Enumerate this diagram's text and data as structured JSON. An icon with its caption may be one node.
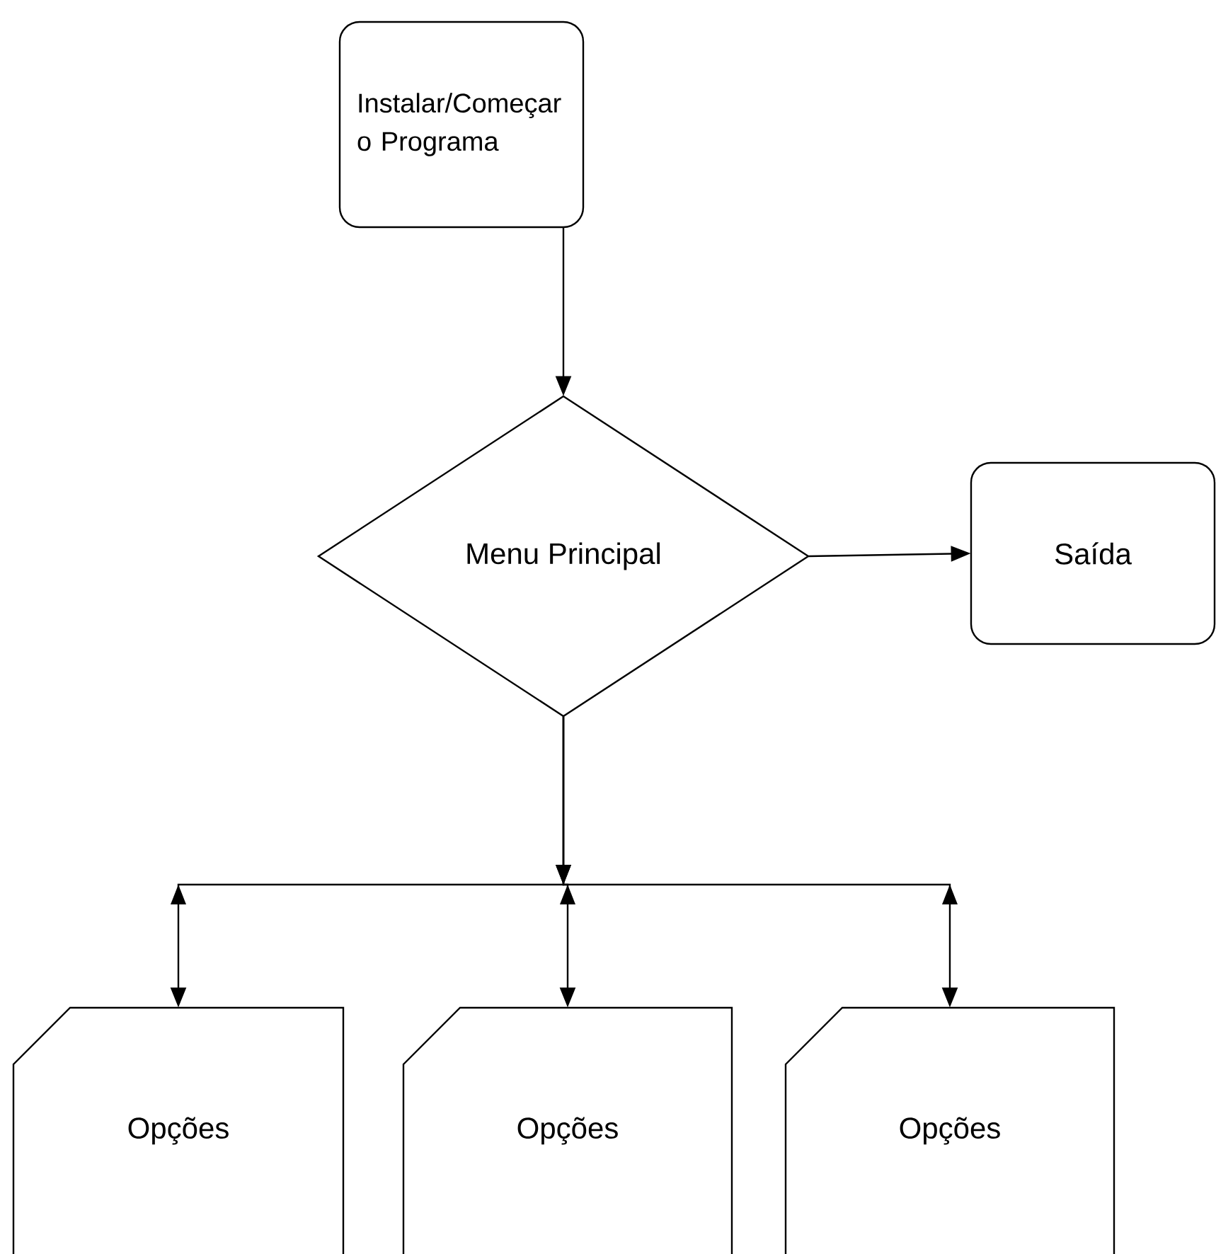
{
  "diagram": {
    "nodes": [
      {
        "text": [
          "Instalar/Começar o Programa"
        ]
      },
      {
        "text": [
          "Menu Principal"
        ]
      },
      {
        "text": [
          "Saída"
        ]
      },
      {
        "text": [
          "Opções"
        ]
      },
      {
        "text": [
          "Opções"
        ]
      },
      {
        "text": [
          "Opções"
        ]
      }
    ],
    "edges": [
      {
        "from": 0,
        "to": 1,
        "arrow": "to"
      },
      {
        "from": 1,
        "to": 2,
        "arrow": "to"
      },
      {
        "from": 1,
        "to": 3,
        "arrow": "to"
      },
      {
        "from": 1,
        "to": 4,
        "arrow": "to"
      },
      {
        "from": 1,
        "to": 5,
        "arrow": "to"
      }
    ]
  }
}
